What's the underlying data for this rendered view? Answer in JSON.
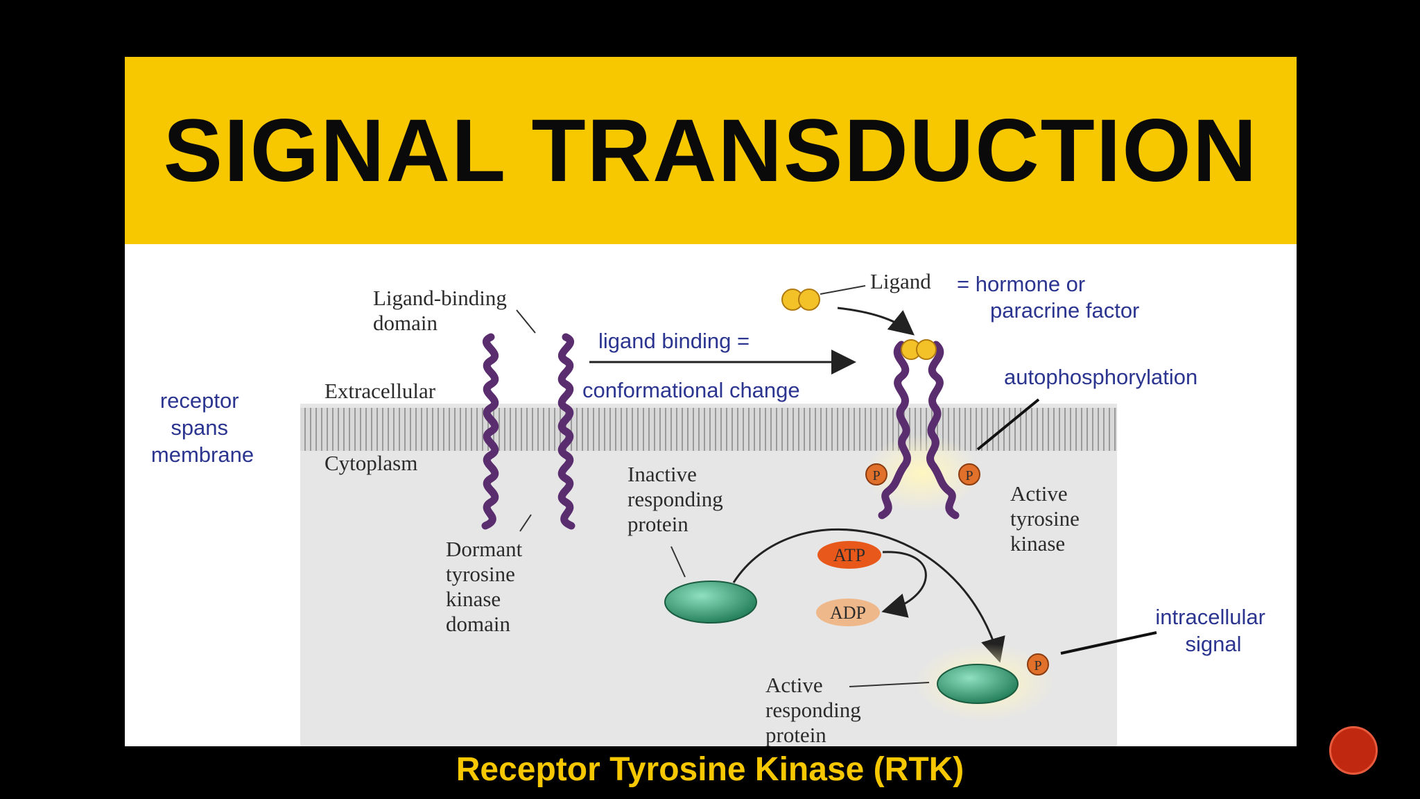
{
  "title": "SIGNAL TRANSDUCTION",
  "caption": "Receptor Tyrosine Kinase (RTK)",
  "diagram": {
    "ligand_binding_domain": [
      "Ligand-binding",
      "domain"
    ],
    "extracellular": "Extracellular",
    "cytoplasm": "Cytoplasm",
    "dormant_domain": [
      "Dormant",
      "tyrosine",
      "kinase",
      "domain"
    ],
    "ligand": "Ligand",
    "ligand_eq": [
      "= hormone or",
      "paracrine factor"
    ],
    "ligand_binding_arrow": [
      "ligand binding =",
      "conformational change"
    ],
    "autophosphorylation": "autophosphorylation",
    "receptor_spans": [
      "receptor",
      "spans",
      "membrane"
    ],
    "inactive_protein": [
      "Inactive",
      "responding",
      "protein"
    ],
    "active_kinase": [
      "Active",
      "tyrosine",
      "kinase"
    ],
    "atp": "ATP",
    "adp": "ADP",
    "phosphate": "P",
    "intracellular_signal": [
      "intracellular",
      "signal"
    ],
    "active_protein": [
      "Active",
      "responding",
      "protein"
    ]
  },
  "colors": {
    "banner": "#f7c800",
    "receptor": "#5a2d6e",
    "protein": "#2e8f6a",
    "phosphate": "#e0702a"
  }
}
